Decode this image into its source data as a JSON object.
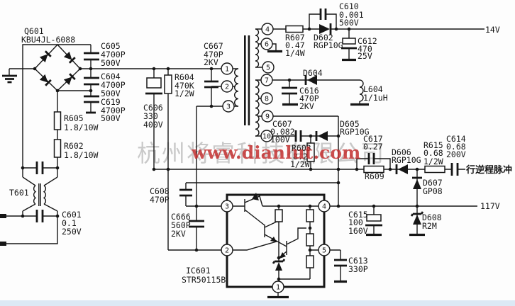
{
  "watermark": {
    "company": "杭州将睿科技有限公司",
    "website": "www.dianlut.com"
  },
  "outputs": {
    "v14": "14V",
    "v117": "117V",
    "flyback_pulse": "行逆程脉冲"
  },
  "transformer": {
    "pins": [
      "1",
      "2",
      "3",
      "4",
      "5",
      "6",
      "7",
      "8",
      "9",
      "10"
    ]
  },
  "ic": {
    "pins": [
      "1",
      "2",
      "3",
      "4",
      "5"
    ]
  },
  "colors": {
    "ink": "#161616",
    "watermark_gray": "#c9c9c9",
    "watermark_red": "#c43030",
    "footer_strip": "#dce9f5",
    "background": "#fdfdfd"
  },
  "components": {
    "q601": {
      "lines": [
        "Q601",
        "KBU4JL-6088"
      ]
    },
    "c605": {
      "lines": [
        "C605",
        "4700P",
        "500V"
      ]
    },
    "c604": {
      "lines": [
        "C604",
        "4700P",
        "500V"
      ]
    },
    "c619": {
      "lines": [
        "C619",
        "4700P",
        "500V"
      ]
    },
    "r605": {
      "lines": [
        "R605",
        "1.8/10W"
      ]
    },
    "r602": {
      "lines": [
        "R602",
        "1.8/10W"
      ]
    },
    "t601": {
      "lines": [
        "T601"
      ]
    },
    "c601": {
      "lines": [
        "C601",
        "0.1",
        "250V"
      ]
    },
    "c606": {
      "lines": [
        "C606",
        "330",
        "400V"
      ]
    },
    "r604": {
      "lines": [
        "R604",
        "470K",
        "1/2W"
      ]
    },
    "c667": {
      "lines": [
        "C667",
        "470P",
        "2KV"
      ]
    },
    "c608": {
      "lines": [
        "C608",
        "470P"
      ]
    },
    "c666": {
      "lines": [
        "C666",
        "560P",
        "2KV"
      ]
    },
    "ic601": {
      "lines": [
        "IC601",
        "STR50115B"
      ]
    },
    "r607": {
      "lines": [
        "R607",
        "0.47",
        "1/4W"
      ]
    },
    "d602": {
      "lines": [
        "D602",
        "RGP10G"
      ]
    },
    "c610": {
      "lines": [
        "C610",
        "0.001",
        "500V"
      ]
    },
    "c612": {
      "lines": [
        "C612",
        "470",
        "25V"
      ]
    },
    "d604": {
      "lines": [
        "D604"
      ]
    },
    "l604": {
      "lines": [
        "L604",
        "1/1uH"
      ]
    },
    "c616": {
      "lines": [
        "C616",
        "470P",
        "2KV"
      ]
    },
    "c607": {
      "lines": [
        "C607",
        "0.082",
        "100V"
      ]
    },
    "d605": {
      "lines": [
        "D605",
        "RGP10G"
      ]
    },
    "r603": {
      "lines": [
        "R603",
        "8.2",
        "1/2W"
      ]
    },
    "c617": {
      "lines": [
        "C617",
        "0.27"
      ]
    },
    "r609": {
      "lines": [
        "R609"
      ]
    },
    "d606": {
      "lines": [
        "D606",
        "RGP10G"
      ]
    },
    "r615": {
      "lines": [
        "R615",
        "0.68",
        "1/2W"
      ]
    },
    "c614": {
      "lines": [
        "C614",
        "0.68",
        "200V"
      ]
    },
    "d607": {
      "lines": [
        "D607",
        "GP08"
      ]
    },
    "c615": {
      "lines": [
        "C615",
        "100",
        "160V"
      ]
    },
    "d608": {
      "lines": [
        "D608",
        "R2M"
      ]
    },
    "c613": {
      "lines": [
        "C613",
        "330P"
      ]
    }
  }
}
